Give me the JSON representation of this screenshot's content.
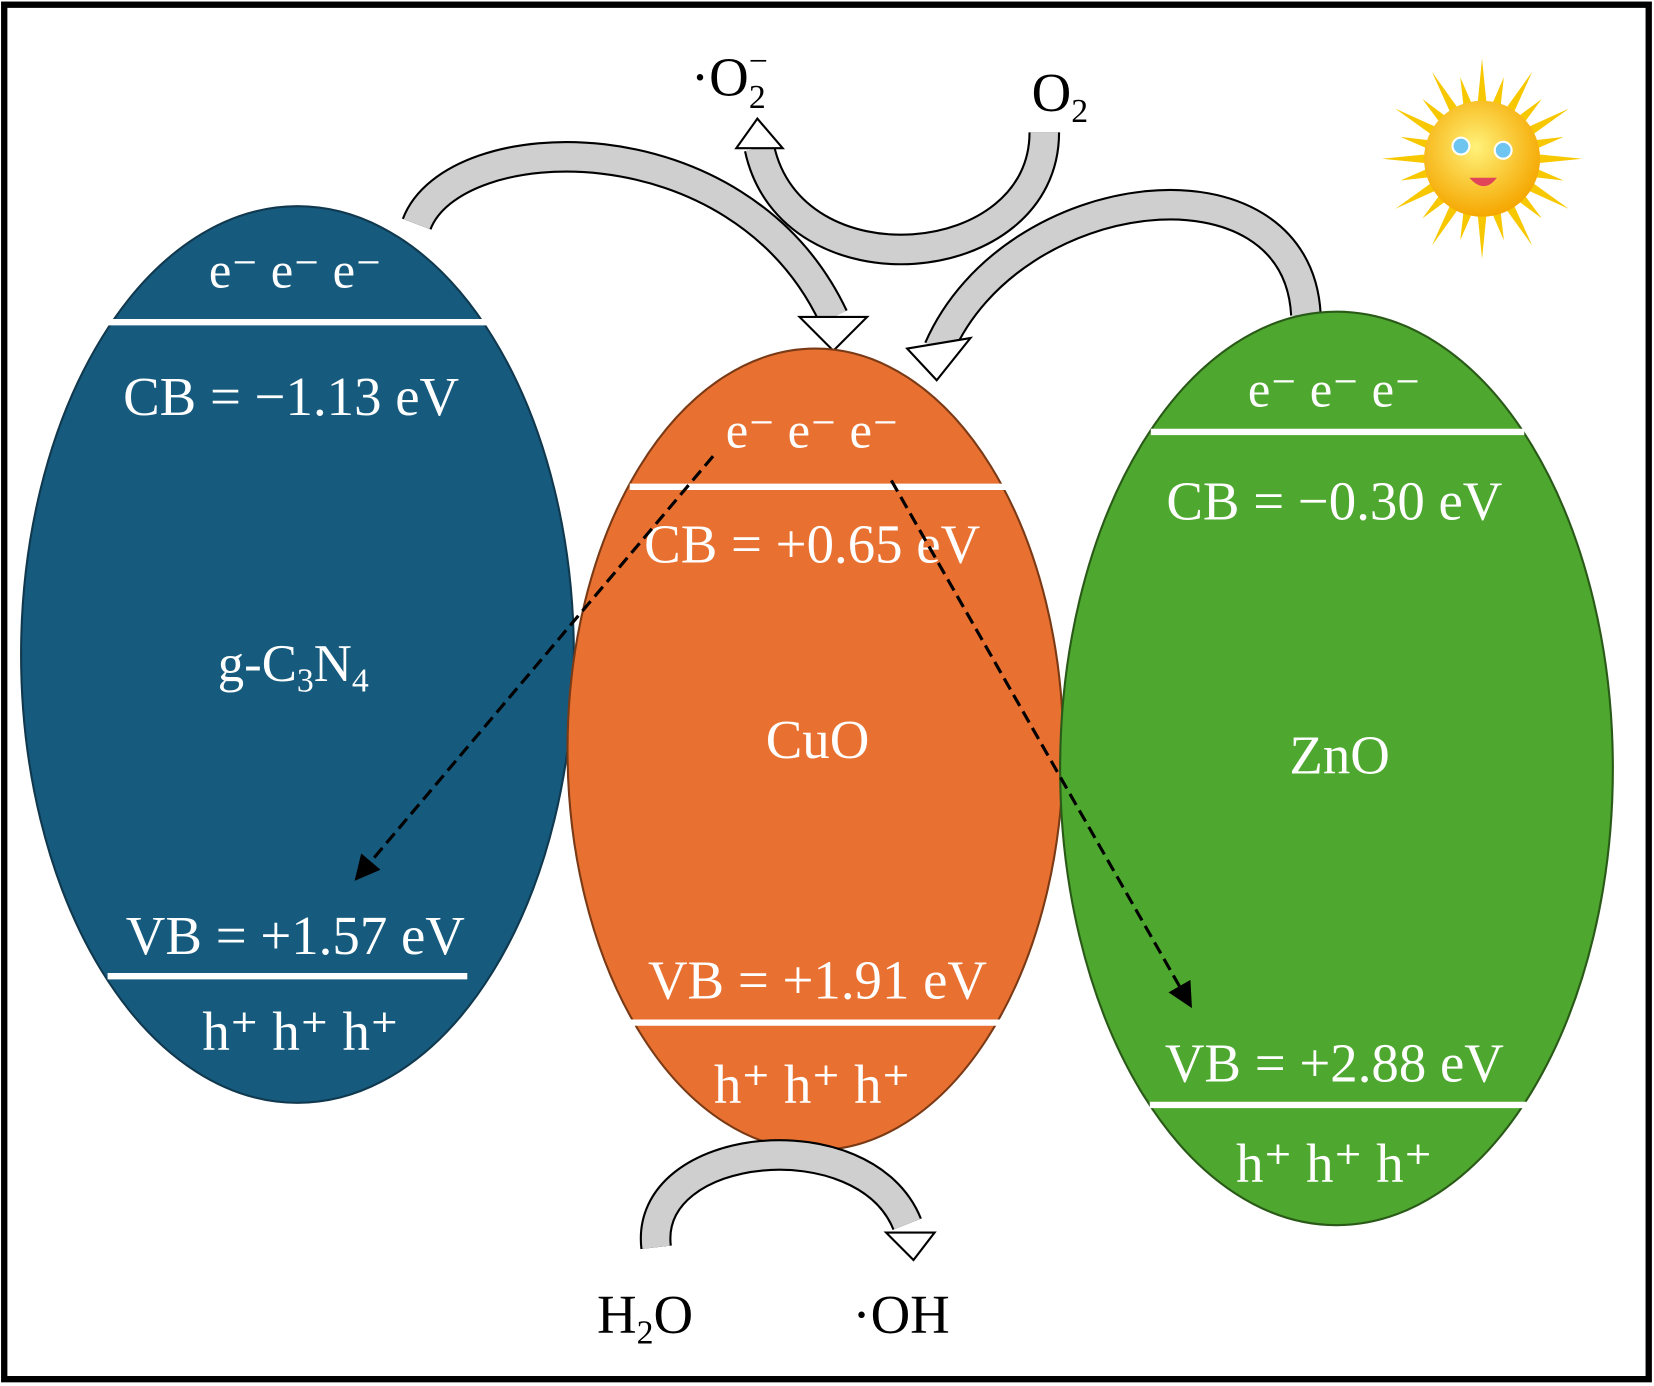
{
  "semiconductors": [
    {
      "name": "g-C",
      "sub1": "3",
      "mid": "N",
      "sub2": "4",
      "cb": "CB = −1.13 eV",
      "vb": "VB = +1.57 eV",
      "electrons": "e⁻ e⁻ e⁻",
      "holes": "h⁺ h⁺ h⁺",
      "color": "#165b7e"
    },
    {
      "name": "CuO",
      "cb": "CB = +0.65 eV",
      "vb": "VB = +1.91 eV",
      "electrons": "e⁻ e⁻ e⁻",
      "holes": "h⁺ h⁺ h⁺",
      "color": "#e87132"
    },
    {
      "name": "ZnO",
      "cb": "CB = −0.30 eV",
      "vb": "VB = +2.88 eV",
      "electrons": "e⁻ e⁻ e⁻",
      "holes": "h⁺ h⁺ h⁺",
      "color": "#4ea72e"
    }
  ],
  "species": {
    "superoxide": "·O",
    "superoxide_sub": "2",
    "superoxide_sup": "−",
    "oxygen": "O",
    "oxygen_sub": "2",
    "water_h": "H",
    "water_sub": "2",
    "water_o": "O",
    "hydroxyl": "·OH"
  },
  "icons": {
    "light_source": "sun-icon"
  }
}
